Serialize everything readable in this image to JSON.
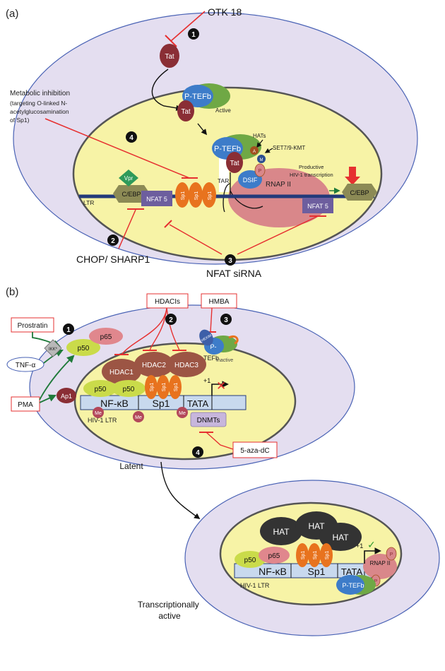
{
  "panel_a": {
    "label": "(a)",
    "otk18": "OTK 18",
    "metabolic_line1": "Metabolic inhibition",
    "metabolic_line2": "(targeting O-linked N-",
    "metabolic_line3": "acetylglucosamination",
    "metabolic_line4": "of Sp1)",
    "tat": "Tat",
    "ptefb": "P-TEFb",
    "active": "Active",
    "hats": "HATs",
    "set79": "SET7/9-KMT",
    "a_mod": "A",
    "m_mod": "M",
    "p_mod": "P",
    "tar": "TAR",
    "dsif": "DSIF",
    "rnap": "RNAP II",
    "productive_line1": "Productive",
    "productive_line2": "HIV-1 transcription",
    "vpr": "Vpr",
    "cebp": "C/EBP",
    "ltr": "LTR",
    "nfat5": "NFAT 5",
    "sp1": "Sp1",
    "chop": "CHOP/ SHARP1",
    "nfat_sirna": "NFAT siRNA",
    "steps": [
      "1",
      "2",
      "3",
      "4"
    ]
  },
  "panel_b": {
    "label": "(b)",
    "hdacis": "HDACIs",
    "hmba": "HMBA",
    "prostratin": "Prostratin",
    "tnf": "TNF-α",
    "pma": "PMA",
    "ikk": "IKK*",
    "p50": "p50",
    "p65": "p65",
    "ap1": "Ap1",
    "hdac1": "HDAC1",
    "hdac2": "HDAC2",
    "hdac3": "HDAC3",
    "hexim": "HEXIM",
    "ptefb_frag": "P-",
    "tefb": "TEFb",
    "inactive": "Inactive",
    "sp1": "Sp1",
    "nfkb": "NF-κB",
    "sp1_box": "Sp1",
    "tata": "TATA",
    "me": "Me",
    "plus1": "+1",
    "cross": "✕",
    "check": "✓",
    "hiv_ltr": "HIV-1 LTR",
    "dnmts": "DNMTs",
    "azadc": "5-aza-dC",
    "latent": "Latent",
    "hat": "HAT",
    "rnap": "RNAP II",
    "ptefb": "P-TEFb",
    "p_mod": "P",
    "active_line1": "Transcriptionally",
    "active_line2": "active",
    "steps": [
      "1",
      "2",
      "3",
      "4"
    ]
  },
  "colors": {
    "cell": "#e4def0",
    "nucleus": "#f7f3a6",
    "tat": "#8a2e35",
    "ptefb_blue": "#3d7cc9",
    "ptefb_green": "#6fa845",
    "sp1": "#e8731e",
    "nfat": "#6d5e9e",
    "cebp": "#8c8a55",
    "vpr": "#2e9a5a",
    "rnap": "#d9878a",
    "inhibit": "#e63030",
    "activate": "#1f7a3a",
    "hdac": "#9c5544",
    "p50": "#cadb4a",
    "p65": "#e0878d",
    "ap1": "#8a2e35",
    "hat": "#333333",
    "dna": "#233a7a",
    "ltr_box": "#c8d9ee"
  }
}
